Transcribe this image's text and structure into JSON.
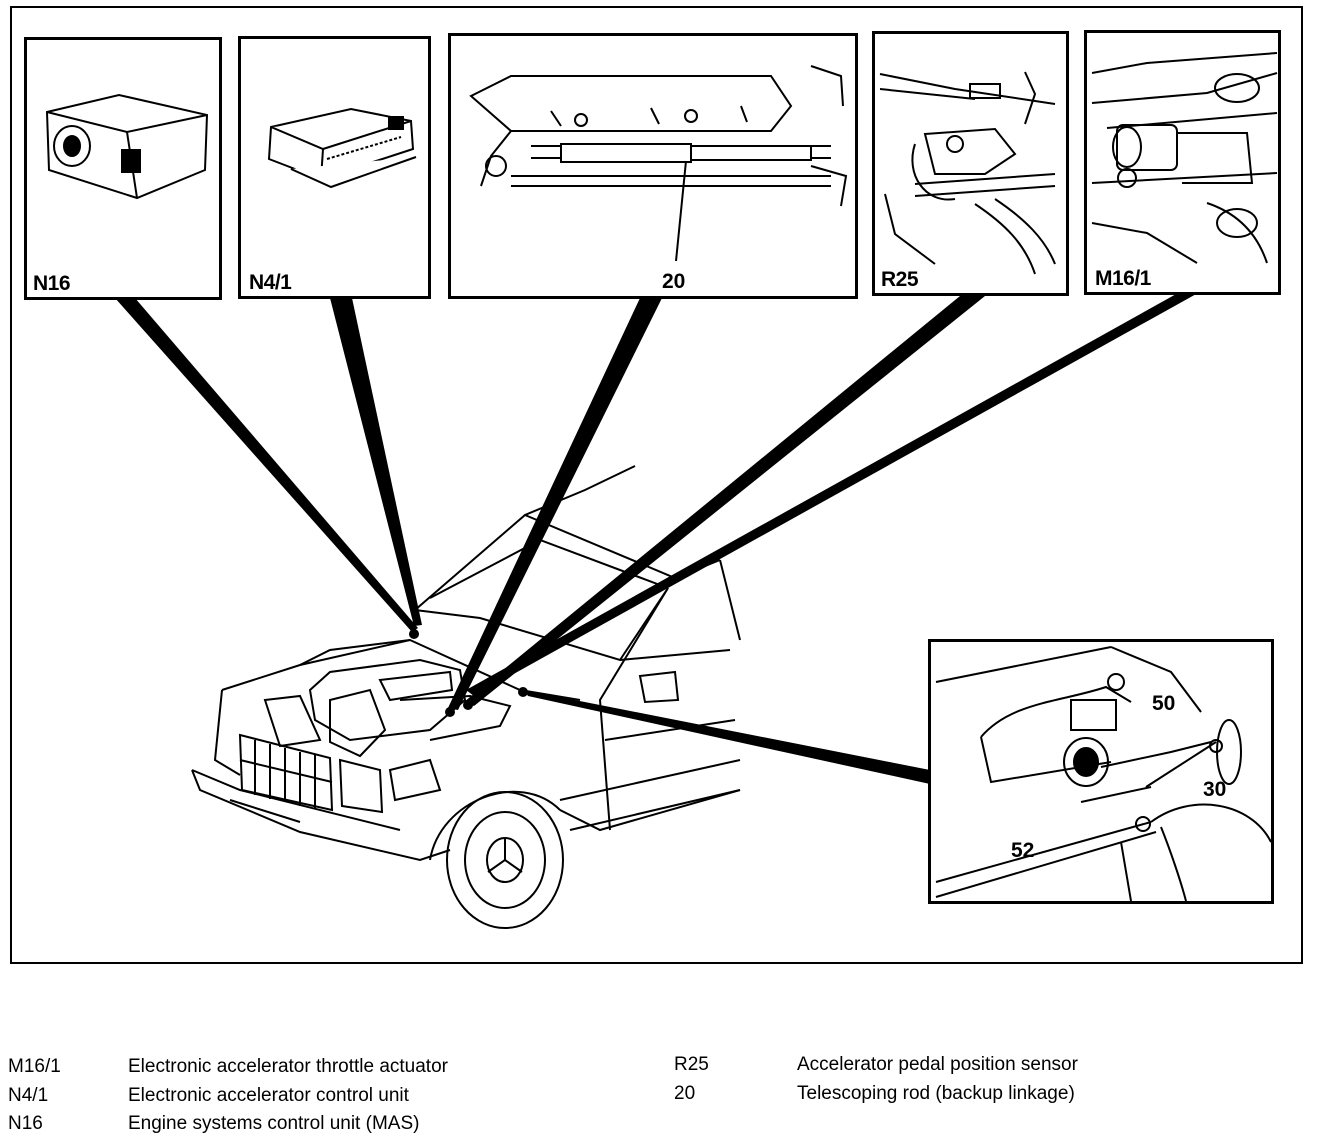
{
  "diagram": {
    "insets": [
      {
        "id": "N16",
        "label": "N16"
      },
      {
        "id": "N4/1",
        "label": "N4/1"
      },
      {
        "id": "20",
        "label": "20"
      },
      {
        "id": "R25",
        "label": "R25"
      },
      {
        "id": "M16/1",
        "label": "M16/1"
      }
    ],
    "pedal_inset": {
      "callouts": [
        "50",
        "30",
        "52"
      ]
    }
  },
  "legend": {
    "left": [
      {
        "code": "M16/1",
        "description": "Electronic accelerator throttle actuator"
      },
      {
        "code": "N4/1",
        "description": "Electronic accelerator control unit"
      },
      {
        "code": "N16",
        "description": "Engine systems control unit (MAS)"
      }
    ],
    "right": [
      {
        "code": "R25",
        "description": "Accelerator pedal position sensor"
      },
      {
        "code": "20",
        "description": "Telescoping rod (backup linkage)"
      }
    ]
  }
}
